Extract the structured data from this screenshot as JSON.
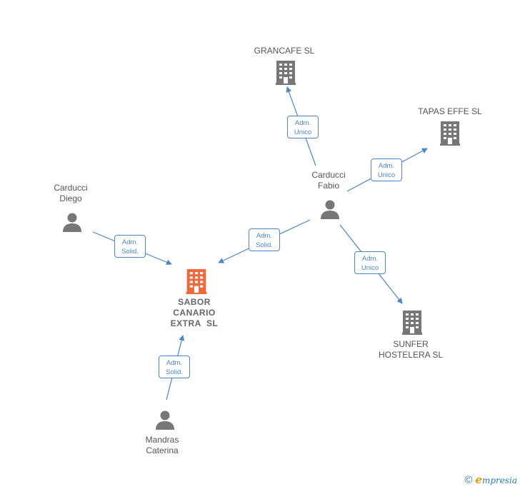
{
  "colors": {
    "edge": "#4a86c8",
    "company": "#777777",
    "main_company": "#ee6a3b",
    "person": "#777777"
  },
  "nodes": {
    "grancafe": {
      "lines": [
        "GRANCAFE SL"
      ],
      "icon": "building-icon"
    },
    "tapas": {
      "lines": [
        "TAPAS EFFE SL"
      ],
      "icon": "building-icon"
    },
    "fabio": {
      "lines": [
        "Carducci",
        "Fabio"
      ],
      "icon": "person-icon"
    },
    "diego": {
      "lines": [
        "Carducci",
        "Diego"
      ],
      "icon": "person-icon"
    },
    "sabor": {
      "lines": [
        "SABOR",
        "CANARIO",
        "EXTRA  SL"
      ],
      "icon": "building-icon"
    },
    "sunfer": {
      "lines": [
        "SUNFER",
        "HOSTELERA SL"
      ],
      "icon": "building-icon"
    },
    "mandras": {
      "lines": [
        "Mandras",
        "Caterina"
      ],
      "icon": "person-icon"
    }
  },
  "relations": {
    "fabio_grancafe": [
      "Adm.",
      "Unico"
    ],
    "fabio_tapas": [
      "Adm.",
      "Unico"
    ],
    "fabio_sabor": [
      "Adm.",
      "Solid."
    ],
    "diego_sabor": [
      "Adm.",
      "Solid."
    ],
    "fabio_sunfer": [
      "Adm.",
      "Unico"
    ],
    "mandras_sabor": [
      "Adm.",
      "Solid."
    ]
  },
  "footer": {
    "copyright": "©",
    "brand_initial": "e",
    "brand_rest": "mpresia"
  }
}
